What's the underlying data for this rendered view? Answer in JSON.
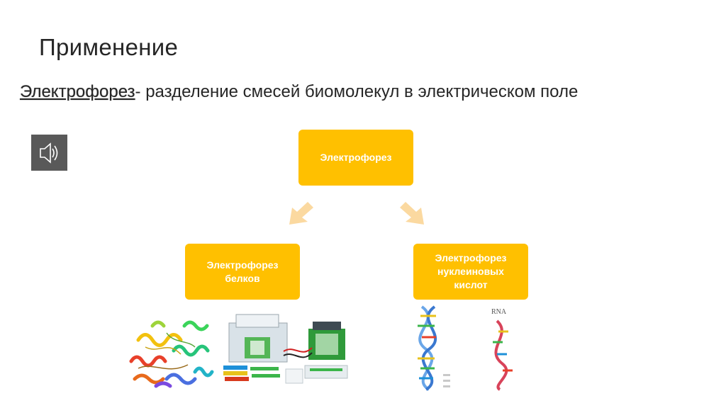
{
  "slide": {
    "title": "Применение",
    "definition_term": "Электрофорез",
    "definition_rest": "- разделение смесей биомолекул в электрическом поле"
  },
  "diagram": {
    "root": "Электрофорез",
    "left_child": "Электрофорез белков",
    "right_child": "Электрофорез нуклеиновых кислот",
    "node_color": "#ffc000",
    "arrow_color": "#fbd9a0"
  },
  "images": {
    "dna_label": "RNA"
  },
  "icons": {
    "audio": "speaker-icon"
  }
}
